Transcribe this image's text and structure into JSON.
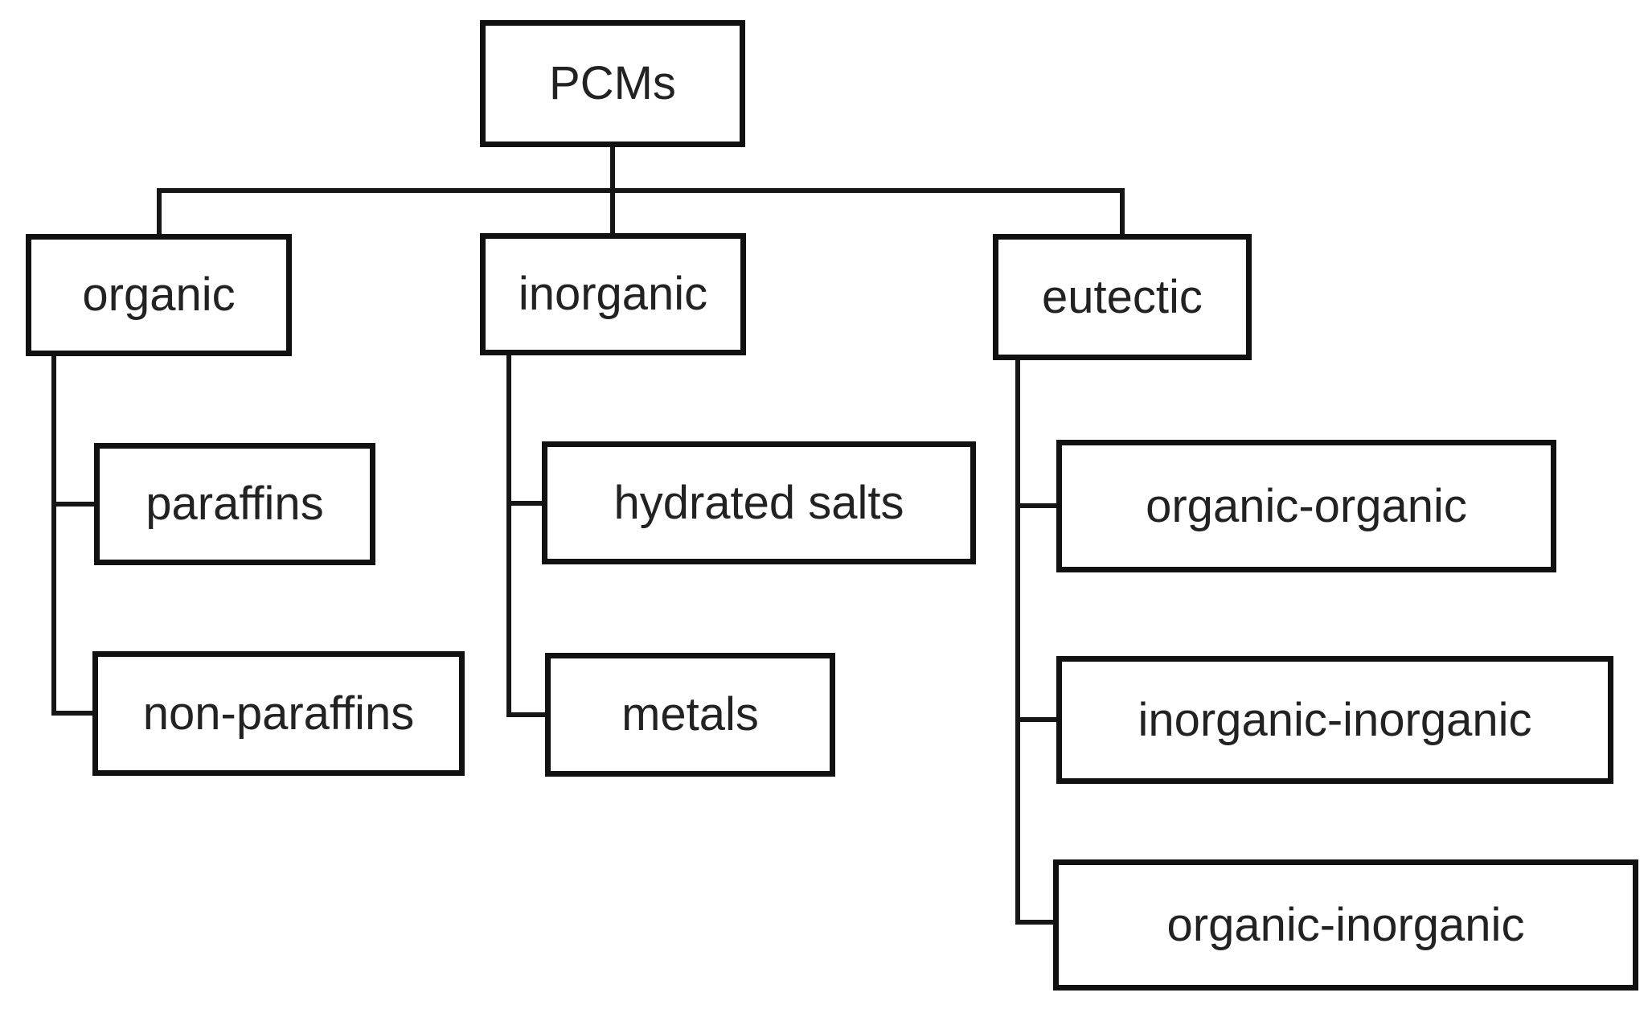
{
  "diagram": {
    "type": "tree",
    "nodes": {
      "pcms": {
        "label": "PCMs"
      },
      "organic": {
        "label": "organic"
      },
      "inorganic": {
        "label": "inorganic"
      },
      "eutectic": {
        "label": "eutectic"
      },
      "paraffins": {
        "label": "paraffins"
      },
      "non_paraffins": {
        "label": "non-paraffins"
      },
      "hydrated_salts": {
        "label": "hydrated salts"
      },
      "metals": {
        "label": "metals"
      },
      "organic_organic": {
        "label": "organic-organic"
      },
      "inorganic_inorganic": {
        "label": "inorganic-inorganic"
      },
      "organic_inorganic": {
        "label": "organic-inorganic"
      }
    },
    "hierarchy": {
      "PCMs": {
        "organic": [
          "paraffins",
          "non-paraffins"
        ],
        "inorganic": [
          "hydrated salts",
          "metals"
        ],
        "eutectic": [
          "organic-organic",
          "inorganic-inorganic",
          "organic-inorganic"
        ]
      }
    },
    "colors": {
      "background": "#ffffff",
      "box_border": "#111111",
      "line": "#161616",
      "text": "#222222"
    }
  }
}
